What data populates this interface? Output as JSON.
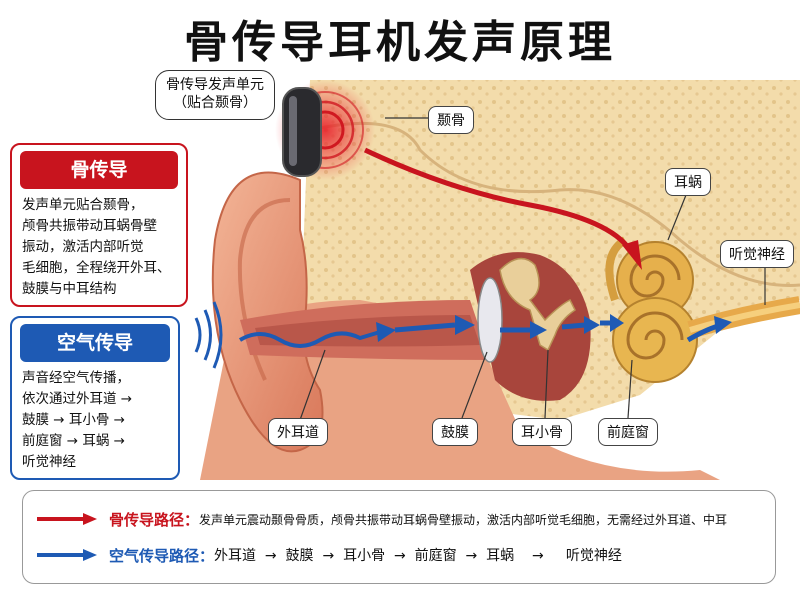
{
  "title": "骨传导耳机发声原理",
  "callouts": {
    "transducer_line1": "骨传导发声单元",
    "transducer_line2": "（贴合颞骨）",
    "temporal_bone": "颞骨",
    "cochlea": "耳蜗",
    "auditory_nerve": "听觉神经",
    "ear_canal": "外耳道",
    "eardrum": "鼓膜",
    "ossicles": "耳小骨",
    "oval_window": "前庭窗"
  },
  "bone_panel": {
    "heading": "骨传导",
    "lines": [
      "发声单元贴合颞骨，",
      "颅骨共振带动耳蜗骨壁",
      "振动，激活内部听觉",
      "毛细胞，全程绕开外耳、",
      "鼓膜与中耳结构"
    ]
  },
  "air_panel": {
    "heading": "空气传导",
    "lines": [
      "声音经空气传播，",
      "依次通过外耳道 →",
      "鼓膜 → 耳小骨 →",
      "前庭窗 → 耳蜗 →",
      "听觉神经"
    ]
  },
  "legend": {
    "bone_label": "骨传导路径：",
    "bone_text": "发声单元震动颞骨骨质，颅骨共振带动耳蜗骨壁振动，激活内部听觉毛细胞，无需经过外耳道、中耳",
    "air_label": "空气传导路径：",
    "air_text": "外耳道  →  鼓膜  →  耳小骨  →  前庭窗  →  耳蜗    →     听觉神经"
  },
  "colors": {
    "bone_red": "#c8141e",
    "air_blue": "#1e5ab4",
    "bone_tissue": "#f2d9a8",
    "skin": "#e89a7a",
    "canal": "#d97a6a",
    "cochlea": "#e0b04a"
  }
}
